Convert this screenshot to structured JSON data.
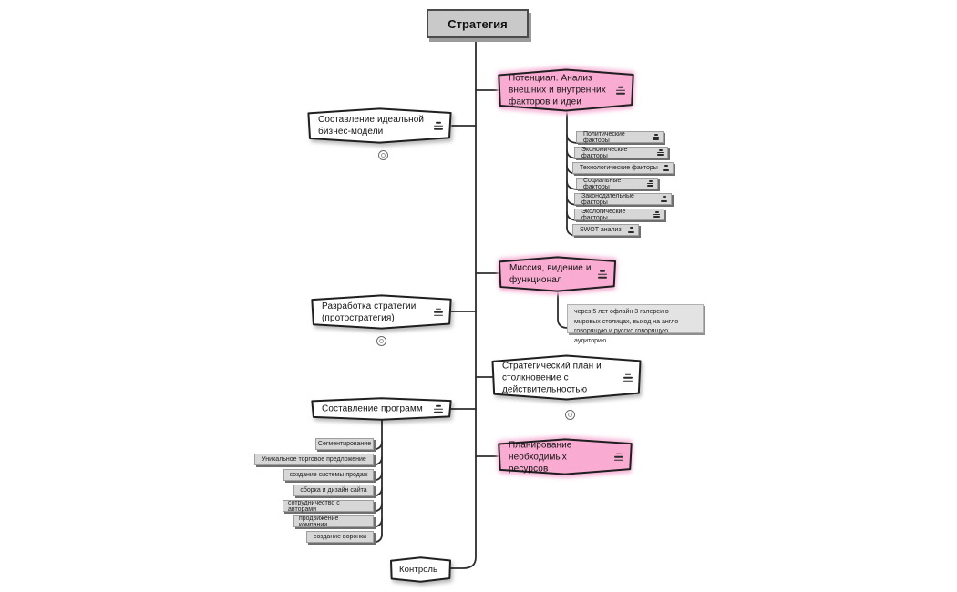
{
  "app": {
    "type": "mindmap"
  },
  "colors": {
    "node_pink": "#f9abd2",
    "pink_glow": "#f7b9da",
    "root_gray": "#c9c9c9",
    "leaf_gray": "#d7d7d7",
    "note_gray": "#e3e3e3",
    "connector": "#2e2e2e"
  },
  "root": {
    "label": "Стратегия"
  },
  "branches": {
    "potential": {
      "label": "Потенциал. Анализ внешних и внутренних факторов и идеи"
    },
    "ideal_business_model": {
      "label": "Составление идеальной бизнес-модели"
    },
    "mission": {
      "label": "Миссия, видение и функционал"
    },
    "strategy_development": {
      "label": "Разработка стратегии (протостратегия)"
    },
    "strategic_plan": {
      "label": "Стратегический план и столкновение с действительностью"
    },
    "program_creation": {
      "label": "Составление программ"
    },
    "resource_planning": {
      "label": "Планирование необходимых ресурсов"
    },
    "control": {
      "label": "Контроль"
    }
  },
  "factors": [
    {
      "label": "Политические факторы"
    },
    {
      "label": "Экономические факторы"
    },
    {
      "label": "Технологические факторы"
    },
    {
      "label": "Социальные факторы"
    },
    {
      "label": "Законодательные факторы"
    },
    {
      "label": "Экологические факторы"
    },
    {
      "label": "SWOT анализ"
    }
  ],
  "programs": [
    {
      "label": "Сегментирование"
    },
    {
      "label": "Уникальное торговое предложение"
    },
    {
      "label": "создание системы продаж"
    },
    {
      "label": "сборка и дизайн сайта"
    },
    {
      "label": "сотрудничество с авторами"
    },
    {
      "label": "продвижение компании"
    },
    {
      "label": "создание воронки"
    }
  ],
  "mission_note": {
    "text": "через 5 лет офлайн 3 галереи в мировых столицах, выход на англо говорящую и русско говорящую аудиторию."
  }
}
